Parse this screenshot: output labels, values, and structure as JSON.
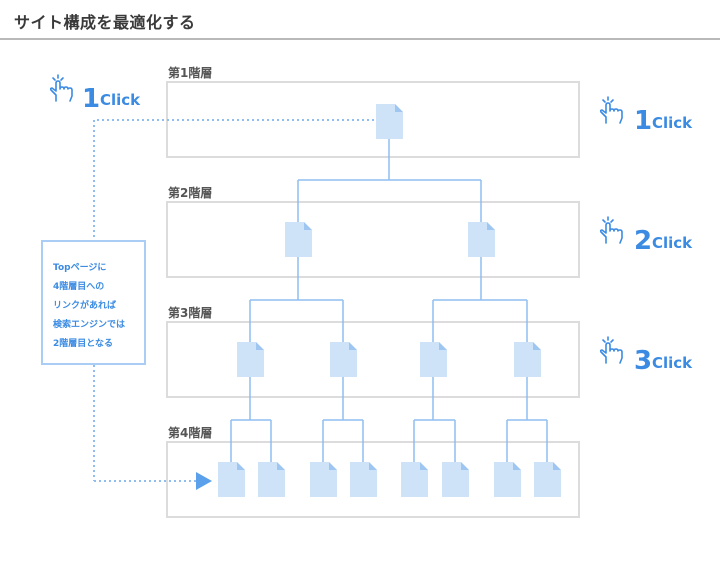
{
  "header": {
    "title": "サイト構成を最適化する"
  },
  "levels": [
    {
      "label": "第1階層"
    },
    {
      "label": "第2階層"
    },
    {
      "label": "第3階層"
    },
    {
      "label": "第4階層"
    }
  ],
  "note": {
    "lines": [
      "Topページに",
      "4階層目への",
      "リンクがあれば",
      "検索エンジンでは",
      "2階層目となる"
    ]
  },
  "clicks": {
    "left": {
      "number": "1",
      "word": "Click"
    },
    "right": [
      {
        "number": "1",
        "word": "Click"
      },
      {
        "number": "2",
        "word": "Click"
      },
      {
        "number": "3",
        "word": "Click"
      }
    ]
  },
  "icons": {
    "page": "page-icon",
    "hand": "pointing-hand-icon"
  },
  "colors": {
    "accent": "#3b8be3",
    "page_fill": "#cfe3f8",
    "connector": "#8fbdf0",
    "box_border": "#dcdcdc",
    "header_rule": "#b9b9b9"
  }
}
